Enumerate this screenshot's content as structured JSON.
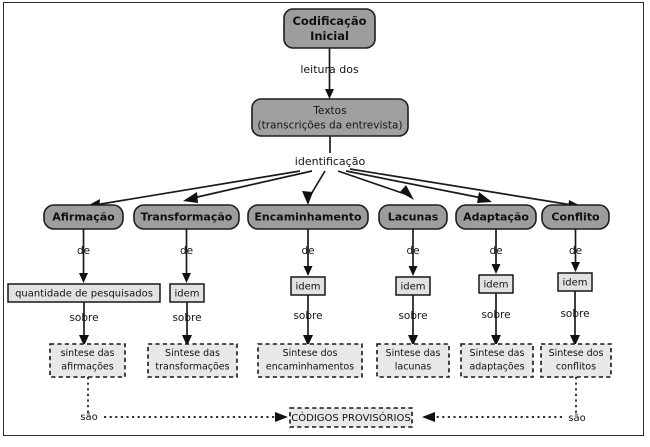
{
  "diagram": {
    "title": "Codificacao Inicial concept map",
    "colors": {
      "node_gray": "#9d9d9d",
      "node_border": "#1d1d1d",
      "light_box": "#e2e2e2",
      "dashed_box": "#e8e8e8",
      "frame": "#2b2b2b",
      "text": "#111111",
      "background": "#ffffff"
    },
    "root": {
      "label": "Codificação\nInicial",
      "line1": "Codificação",
      "line2": "Inicial"
    },
    "textos": {
      "line1": "Textos",
      "line2": "(transcrições da entrevista)"
    },
    "edges": {
      "root_to_textos": "leitura dos",
      "textos_to_categories": "identificação",
      "category_to_detail": "de",
      "detail_to_synthesis": "sobre",
      "synthesis_to_codes": "são"
    },
    "categories": [
      {
        "label": "Afirmação",
        "detail": "quantidade de pesquisados",
        "synthesis_line1": "sintese das",
        "synthesis_line2": "afirmações"
      },
      {
        "label": "Transformação",
        "detail": "idem",
        "synthesis_line1": "Sintese das",
        "synthesis_line2": "transformações"
      },
      {
        "label": "Encaminhamento",
        "detail": "idem",
        "synthesis_line1": "Sintese dos",
        "synthesis_line2": "encaminhamentos"
      },
      {
        "label": "Lacunas",
        "detail": "idem",
        "synthesis_line1": "Sintese das",
        "synthesis_line2": "lacunas"
      },
      {
        "label": "Adaptação",
        "detail": "idem",
        "synthesis_line1": "Sintese das",
        "synthesis_line2": "adaptações"
      },
      {
        "label": "Conflito",
        "detail": "idem",
        "synthesis_line1": "Sintese dos",
        "synthesis_line2": "conflitos"
      }
    ],
    "codes_node": {
      "label": "CÓDIGOS PROVISÓRIOS"
    }
  }
}
